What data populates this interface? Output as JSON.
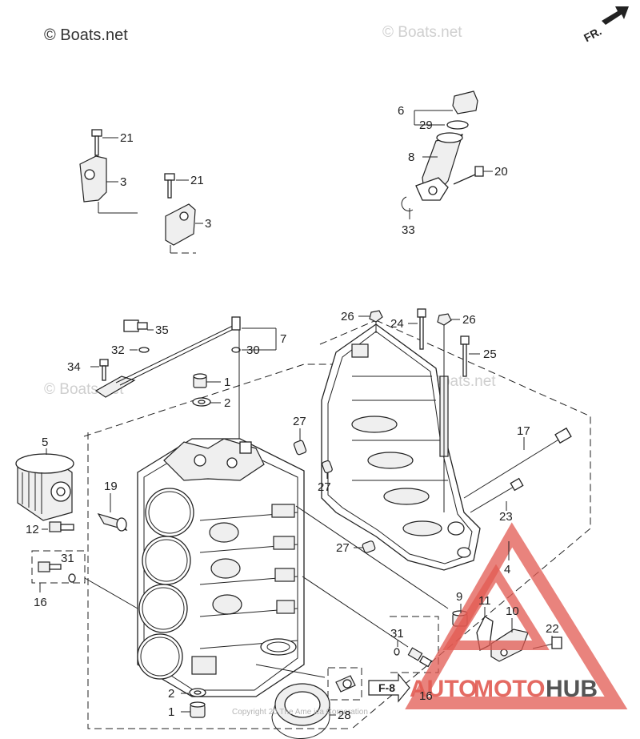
{
  "watermarks": {
    "main": "© Boats.net",
    "faint_top": "© Boats.net",
    "faint_left": "© Boats.net",
    "faint_right": "© Boats.net"
  },
  "direction_marker": "FR.",
  "reference_box": "F-8",
  "copyright": "Copyright 20    The  Ame ica Corporation",
  "brand": {
    "auto": "AUTO",
    "moto": "MOTO",
    "hub": "HUB",
    "colors": {
      "red": "#e25a52",
      "dark": "#555555"
    }
  },
  "callouts": [
    {
      "id": "c21a",
      "text": "21"
    },
    {
      "id": "c3a",
      "text": "3"
    },
    {
      "id": "c21b",
      "text": "21"
    },
    {
      "id": "c3b",
      "text": "3"
    },
    {
      "id": "c6",
      "text": "6"
    },
    {
      "id": "c29",
      "text": "29"
    },
    {
      "id": "c8",
      "text": "8"
    },
    {
      "id": "c20",
      "text": "20"
    },
    {
      "id": "c33",
      "text": "33"
    },
    {
      "id": "c35",
      "text": "35"
    },
    {
      "id": "c32",
      "text": "32"
    },
    {
      "id": "c34",
      "text": "34"
    },
    {
      "id": "c7",
      "text": "7"
    },
    {
      "id": "c30",
      "text": "30"
    },
    {
      "id": "c1a",
      "text": "1"
    },
    {
      "id": "c2a",
      "text": "2"
    },
    {
      "id": "c26a",
      "text": "26"
    },
    {
      "id": "c24",
      "text": "24"
    },
    {
      "id": "c26b",
      "text": "26"
    },
    {
      "id": "c25",
      "text": "25"
    },
    {
      "id": "c27a",
      "text": "27"
    },
    {
      "id": "c27b",
      "text": "27"
    },
    {
      "id": "c27c",
      "text": "27"
    },
    {
      "id": "c17",
      "text": "17"
    },
    {
      "id": "c23",
      "text": "23"
    },
    {
      "id": "c4",
      "text": "4"
    },
    {
      "id": "c5",
      "text": "5"
    },
    {
      "id": "c19",
      "text": "19"
    },
    {
      "id": "c12",
      "text": "12"
    },
    {
      "id": "c31a",
      "text": "31"
    },
    {
      "id": "c16a",
      "text": "16"
    },
    {
      "id": "c9",
      "text": "9"
    },
    {
      "id": "c11",
      "text": "11"
    },
    {
      "id": "c10",
      "text": "10"
    },
    {
      "id": "c22",
      "text": "22"
    },
    {
      "id": "c31b",
      "text": "31"
    },
    {
      "id": "c16b",
      "text": "16"
    },
    {
      "id": "c2b",
      "text": "2"
    },
    {
      "id": "c1b",
      "text": "1"
    },
    {
      "id": "c28",
      "text": "28"
    }
  ]
}
